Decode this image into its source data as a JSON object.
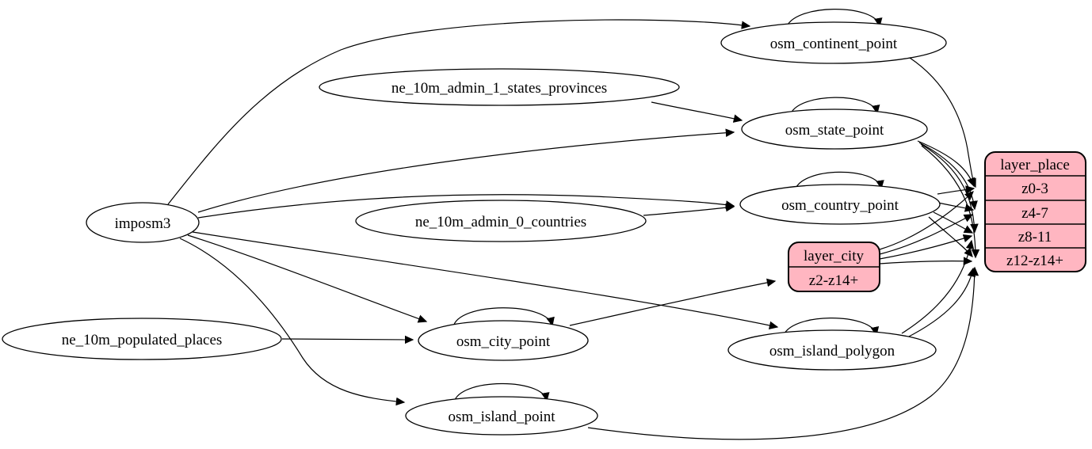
{
  "diagram": {
    "type": "digraph-etl-graph",
    "colors": {
      "background": "#ffffff",
      "table_node_fill": "#ffffff",
      "layer_node_fill": "#ffb6c1",
      "stroke": "#000000"
    },
    "nodes": {
      "imposm3": {
        "label": "imposm3"
      },
      "ne_10m_admin_1_states_provinces": {
        "label": "ne_10m_admin_1_states_provinces"
      },
      "ne_10m_admin_0_countries": {
        "label": "ne_10m_admin_0_countries"
      },
      "ne_10m_populated_places": {
        "label": "ne_10m_populated_places"
      },
      "osm_continent_point": {
        "label": "osm_continent_point"
      },
      "osm_state_point": {
        "label": "osm_state_point"
      },
      "osm_country_point": {
        "label": "osm_country_point"
      },
      "osm_city_point": {
        "label": "osm_city_point"
      },
      "osm_island_polygon": {
        "label": "osm_island_polygon"
      },
      "osm_island_point": {
        "label": "osm_island_point"
      }
    },
    "records": {
      "layer_place": {
        "title": "layer_place",
        "rows": [
          "z0-3",
          "z4-7",
          "z8-11",
          "z12-z14+"
        ]
      },
      "layer_city": {
        "title": "layer_city",
        "rows": [
          "z2-z14+"
        ]
      }
    },
    "edges": [
      {
        "from": "imposm3",
        "to": "osm_continent_point"
      },
      {
        "from": "imposm3",
        "to": "osm_state_point"
      },
      {
        "from": "imposm3",
        "to": "osm_country_point"
      },
      {
        "from": "imposm3",
        "to": "osm_city_point"
      },
      {
        "from": "imposm3",
        "to": "osm_island_polygon"
      },
      {
        "from": "imposm3",
        "to": "osm_island_point"
      },
      {
        "from": "ne_10m_admin_1_states_provinces",
        "to": "osm_state_point"
      },
      {
        "from": "ne_10m_admin_0_countries",
        "to": "osm_country_point"
      },
      {
        "from": "ne_10m_populated_places",
        "to": "osm_city_point"
      },
      {
        "from": "osm_continent_point",
        "to": "osm_continent_point"
      },
      {
        "from": "osm_state_point",
        "to": "osm_state_point"
      },
      {
        "from": "osm_country_point",
        "to": "osm_country_point"
      },
      {
        "from": "osm_city_point",
        "to": "osm_city_point"
      },
      {
        "from": "osm_island_polygon",
        "to": "osm_island_polygon"
      },
      {
        "from": "osm_island_point",
        "to": "osm_island_point"
      },
      {
        "from": "osm_continent_point",
        "to": "layer_place:z0-3"
      },
      {
        "from": "osm_state_point",
        "to": "layer_place:z0-3"
      },
      {
        "from": "osm_state_point",
        "to": "layer_place:z4-7"
      },
      {
        "from": "osm_state_point",
        "to": "layer_place:z8-11"
      },
      {
        "from": "osm_state_point",
        "to": "layer_place:z12-z14+"
      },
      {
        "from": "osm_country_point",
        "to": "layer_place:z0-3"
      },
      {
        "from": "osm_country_point",
        "to": "layer_place:z4-7"
      },
      {
        "from": "osm_country_point",
        "to": "layer_place:z8-11"
      },
      {
        "from": "osm_country_point",
        "to": "layer_place:z12-z14+"
      },
      {
        "from": "osm_city_point",
        "to": "layer_city:z2-z14+"
      },
      {
        "from": "layer_city",
        "to": "layer_place:z0-3"
      },
      {
        "from": "layer_city",
        "to": "layer_place:z4-7"
      },
      {
        "from": "layer_city",
        "to": "layer_place:z8-11"
      },
      {
        "from": "layer_city",
        "to": "layer_place:z12-z14+"
      },
      {
        "from": "osm_island_polygon",
        "to": "layer_place:z8-11"
      },
      {
        "from": "osm_island_polygon",
        "to": "layer_place:z12-z14+"
      },
      {
        "from": "osm_island_point",
        "to": "layer_place:z12-z14+"
      }
    ]
  }
}
